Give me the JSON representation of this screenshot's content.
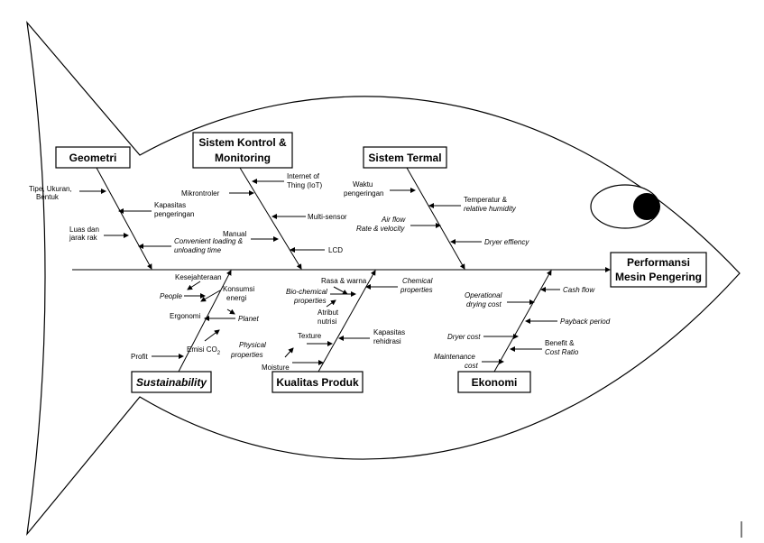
{
  "effect": {
    "line1": "Performansi",
    "line2": "Mesin Pengering"
  },
  "categories": {
    "geometri": "Geometri",
    "sistem_kontrol_1": "Sistem Kontrol &",
    "sistem_kontrol_2": "Monitoring",
    "sistem_termal": "Sistem Termal",
    "sustainability": "Sustainability",
    "kualitas_produk": "Kualitas Produk",
    "ekonomi": "Ekonomi"
  },
  "causes": {
    "geometri": {
      "tipe_1": "Tipe, Ukuran,",
      "tipe_2": "Bentuk",
      "kapasitas_1": "Kapasitas",
      "kapasitas_2": "pengeringan",
      "luas_1": "Luas dan",
      "luas_2": "jarak rak",
      "loading_1": "Convenient loading &",
      "loading_2": "unloading time"
    },
    "kontrol": {
      "iot_1": "Internet of",
      "iot_2": "Thing (IoT)",
      "mikro": "Mikrontroler",
      "multisensor": "Multi-sensor",
      "manual": "Manual",
      "lcd": "LCD"
    },
    "termal": {
      "waktu_1": "Waktu",
      "waktu_2": "pengeringan",
      "temp_1": "Temperatur &",
      "temp_2": "relative humidity",
      "airflow_1": "Air flow",
      "airflow_2": "Rate & velocity",
      "dryer_eff": "Dryer effiency"
    },
    "sustainability": {
      "kesejahteraan": "Kesejahteraan",
      "people": "People",
      "konsumsi_1": "Konsumsi",
      "konsumsi_2": "energi",
      "ergonomi": "Ergonomi",
      "planet": "Planet",
      "emisi": "Emisi CO",
      "emisi_sub": "2",
      "profit": "Profit"
    },
    "kualitas": {
      "rasa": "Rasa & warna",
      "biochem_1": "Bio-chemical",
      "biochem_2": "properties",
      "chemical_1": "Chemical",
      "chemical_2": "properties",
      "atribut_1": "Atribut",
      "atribut_2": "nutrisi",
      "texture": "Texture",
      "physical_1": "Physical",
      "physical_2": "properties",
      "kapasitas_1": "Kapasitas",
      "kapasitas_2": "rehidrasi",
      "moisture": "Moisture"
    },
    "ekonomi": {
      "cashflow": "Cash flow",
      "opcost_1": "Operational",
      "opcost_2": "drying cost",
      "payback": "Payback period",
      "dryercost": "Dryer cost",
      "benefit_1": "Benefit &",
      "benefit_2": "Cost Ratio",
      "maint_1": "Maintenance",
      "maint_2": "cost"
    }
  }
}
